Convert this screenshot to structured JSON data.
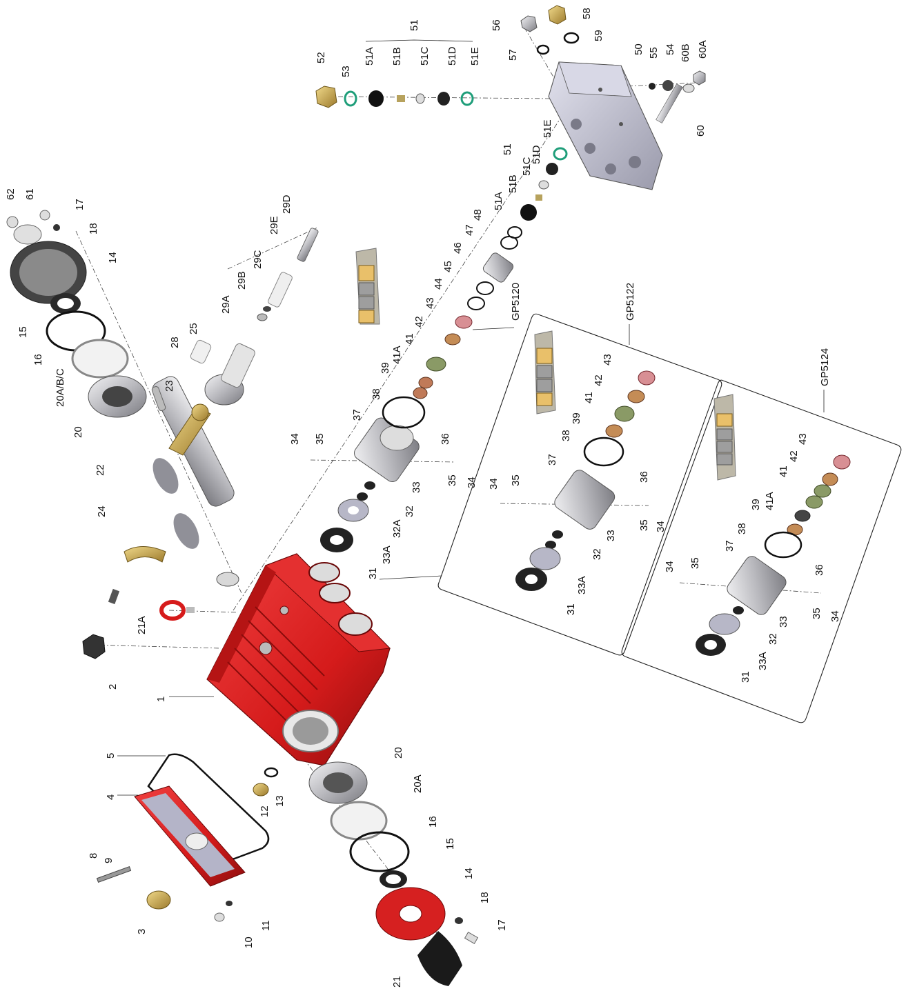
{
  "colors": {
    "housing": "#d81e1e",
    "housing_dark": "#9c1010",
    "brass": "#c9a24a",
    "steel": "#c8c8cc",
    "manifold": "#bdbdcc",
    "seal_green": "#1f9e7a",
    "rubber": "#1c1c1c",
    "packing": "#a59c7a"
  },
  "callouts": {
    "c1": "1",
    "c2": "2",
    "c3": "3",
    "c4": "4",
    "c5": "5",
    "c8": "8",
    "c9": "9",
    "c10": "10",
    "c11": "11",
    "c12": "12",
    "c13": "13",
    "c14a": "14",
    "c14b": "14",
    "c15a": "15",
    "c15b": "15",
    "c16a": "16",
    "c16b": "16",
    "c17a": "17",
    "c17b": "17",
    "c18a": "18",
    "c18b": "18",
    "c20a": "20",
    "c20b": "20",
    "c20abc": "20A/B/C",
    "c20A": "20A",
    "c21": "21",
    "c21A": "21A",
    "c22": "22",
    "c23": "23",
    "c24": "24",
    "c25": "25",
    "c28": "28",
    "c29A": "29A",
    "c29B": "29B",
    "c29C": "29C",
    "c29D": "29D",
    "c29E": "29E",
    "c31": "31",
    "c32": "32",
    "c32A": "32A",
    "c33": "33",
    "c33A": "33A",
    "c34a": "34",
    "c34b": "34",
    "c35a": "35",
    "c35b": "35",
    "c36": "36",
    "c37": "37",
    "c38": "38",
    "c39": "39",
    "c41": "41",
    "c41A": "41A",
    "c42": "42",
    "c43": "43",
    "c44": "44",
    "c45": "45",
    "c46": "46",
    "c47": "47",
    "c48": "48",
    "c50": "50",
    "c51a": "51",
    "c51b": "51",
    "c51Aa": "51A",
    "c51Ab": "51A",
    "c51Ba": "51B",
    "c51Bb": "51B",
    "c51Ca": "51C",
    "c51Cb": "51C",
    "c51Da": "51D",
    "c51Db": "51D",
    "c51Ea": "51E",
    "c51Eb": "51E",
    "c52": "52",
    "c53": "53",
    "c54": "54",
    "c55": "55",
    "c56": "56",
    "c57": "57",
    "c58": "58",
    "c59": "59",
    "c60": "60",
    "c60A": "60A",
    "c60B": "60B",
    "c61": "61",
    "c62": "62"
  },
  "variants": {
    "gp5120": {
      "title": "GP5120",
      "labels": [
        "GP5120"
      ]
    },
    "gp5122": {
      "title": "GP5122",
      "l43": "43",
      "l42": "42",
      "l41": "41",
      "l39": "39",
      "l38": "38",
      "l37": "37",
      "l36": "36",
      "l35a": "35",
      "l35b": "35",
      "l34a": "34",
      "l34b": "34",
      "l33": "33",
      "l33A": "33A",
      "l32": "32",
      "l31": "31"
    },
    "gp5124": {
      "title": "GP5124",
      "l43": "43",
      "l42": "42",
      "l41": "41",
      "l41A": "41A",
      "l39": "39",
      "l38": "38",
      "l37": "37",
      "l36": "36",
      "l35a": "35",
      "l35b": "35",
      "l34a": "34",
      "l34b": "34",
      "l33": "33",
      "l33A": "33A",
      "l32": "32",
      "l31": "31"
    }
  }
}
